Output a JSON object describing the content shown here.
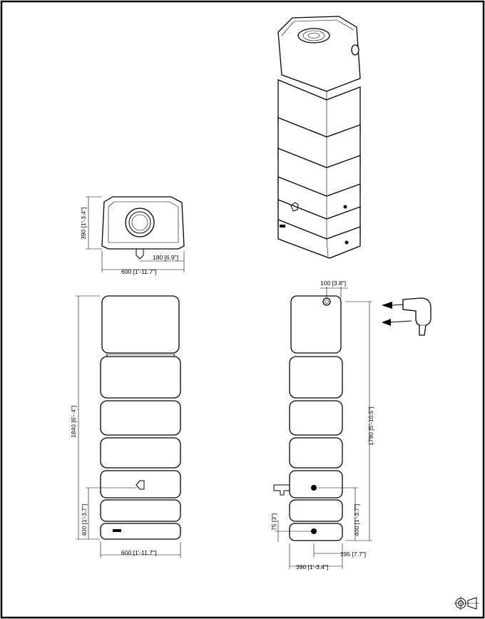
{
  "drawing": {
    "top_view": {
      "height_label": "390 [1'-3.4\"]",
      "width_label": "600 [1'-11.7\"]",
      "offset_label": "180 [6.9\"]"
    },
    "front_view": {
      "total_height_label": "1840 [6'- 4\"]",
      "tap_height_label": "400 [1'-3.7\"]",
      "width_label": "600 [1'-11.7\"]"
    },
    "side_view": {
      "inlet_label": "100 [3.8\"]",
      "inlet_height_label": "1790 [5'-10.5\"]",
      "outlet_height_label": "400 [1'-3.7\"]",
      "bottom_outlet_label": "75 [3\"]",
      "depth_label": "390 [1'-3.4\"]",
      "offset_label": "195 [7.7\"]"
    }
  }
}
